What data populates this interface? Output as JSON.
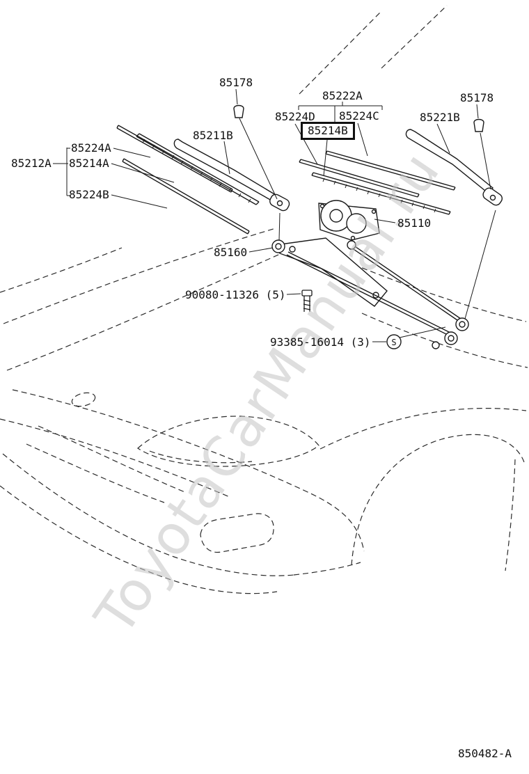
{
  "watermark": "ToyotaCarManual.ru",
  "drawing_number": "850482-A",
  "labels": {
    "p85178_left": "85178",
    "p85222A": "85222A",
    "p85224D": "85224D",
    "p85224C": "85224C",
    "p85214B": "85214B",
    "p85221B": "85221B",
    "p85178_right": "85178",
    "p85211B": "85211B",
    "p85224A": "85224A",
    "p85212A": "85212A",
    "p85214A": "85214A",
    "p85224B": "85224B",
    "p85110": "85110",
    "p85160": "85160",
    "p90080": "90080-11326 (5)",
    "p93385": "93385-16014 (3)",
    "s_marker": "S"
  },
  "colors": {
    "line": "#1a1a1a",
    "body_dash": "#2a2a2a",
    "watermark": "#c4c4c4"
  }
}
